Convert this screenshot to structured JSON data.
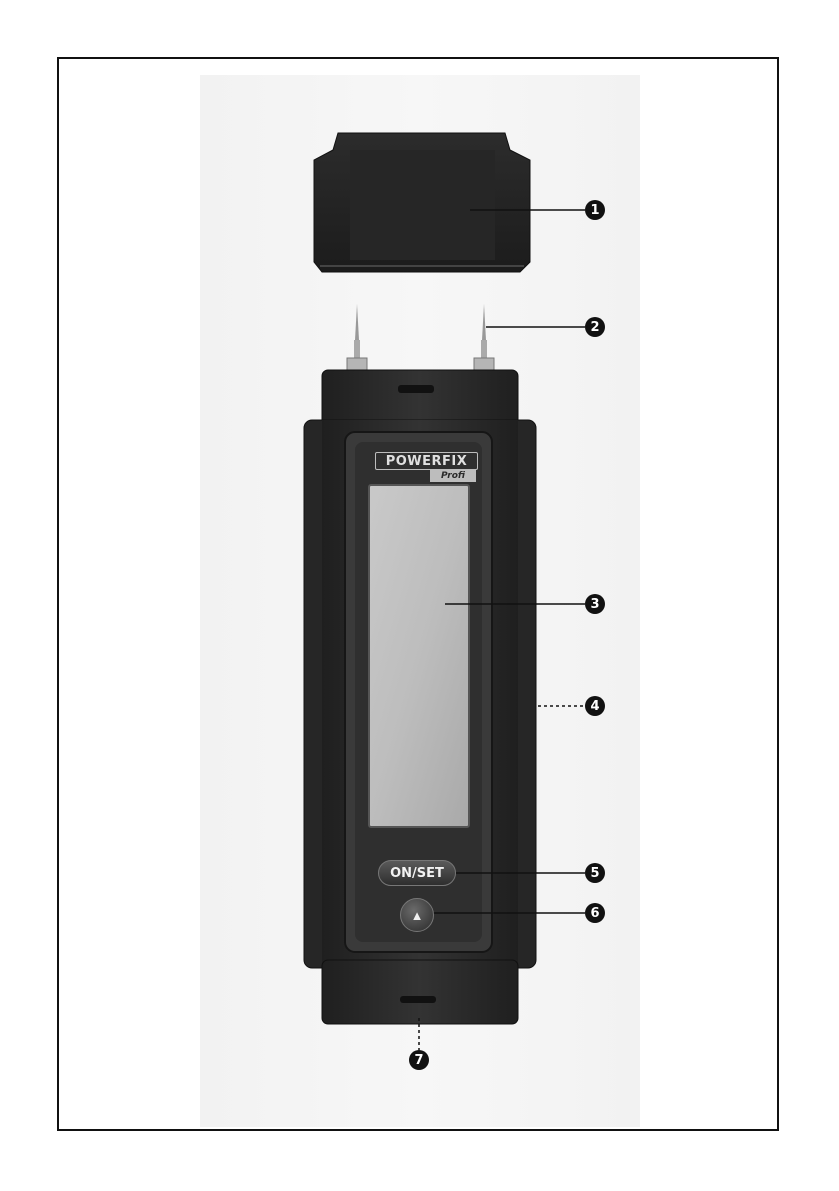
{
  "device": {
    "brand": "POWERFIX",
    "brand_sub": "Profi",
    "on_set_label": "ON/SET",
    "light_button_icon": "bulb-icon"
  },
  "callouts": [
    {
      "number": "1",
      "part": "protective-cap"
    },
    {
      "number": "2",
      "part": "measuring-pins"
    },
    {
      "number": "3",
      "part": "display"
    },
    {
      "number": "4",
      "part": "battery-compartment"
    },
    {
      "number": "5",
      "part": "on-set-button"
    },
    {
      "number": "6",
      "part": "light-button"
    },
    {
      "number": "7",
      "part": "bottom-socket"
    }
  ]
}
